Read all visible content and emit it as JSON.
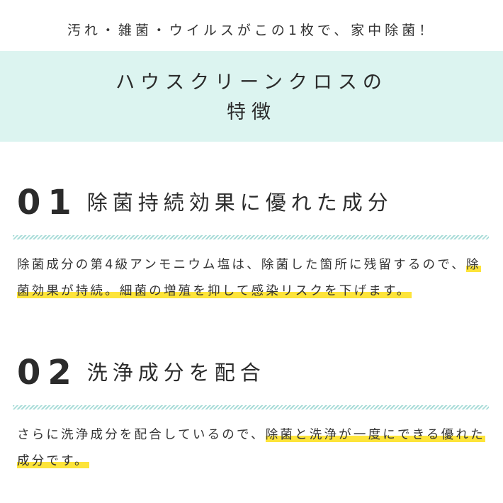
{
  "tagline": "汚れ・雑菌・ウイルスがこの1枚で、家中除菌！",
  "banner": {
    "line1": "ハウスクリーンクロスの",
    "line2": "特徴"
  },
  "sections": [
    {
      "number": "01",
      "title": "除菌持続効果に優れた成分",
      "body": [
        "除菌成分の第4級アンモニウム塩は、除菌した箇所に残留するので、",
        "除菌効果が持続。細菌の増殖を抑して感染リスクを下げます。",
        ""
      ]
    },
    {
      "number": "02",
      "title": "洗浄成分を配合",
      "body": [
        "さらに洗浄成分を配合しているので、",
        "除菌と洗浄が一度にできる優れた成分です。",
        ""
      ]
    }
  ],
  "colors": {
    "banner_bg": "#dcf4f0",
    "highlight": "#fde43a",
    "divider": "#a9dcd8"
  }
}
